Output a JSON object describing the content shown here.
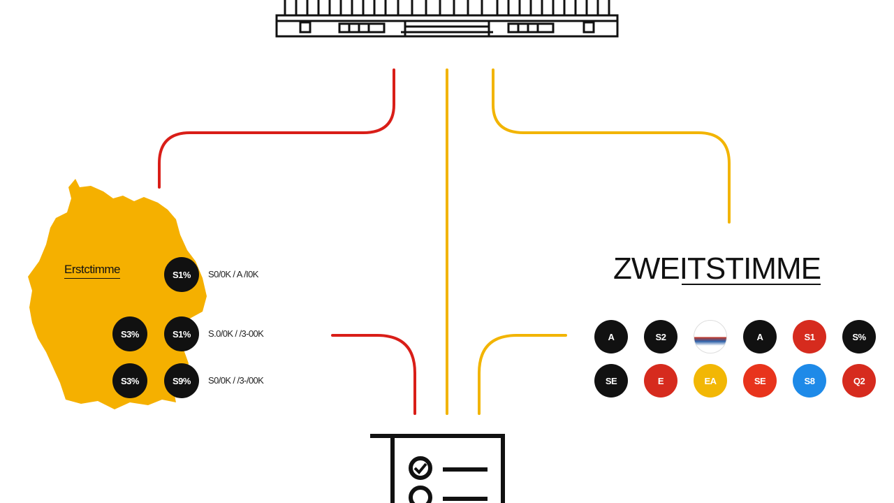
{
  "labels": {
    "erststimme": "Erstctimme",
    "zweitstimme": "ZWEITSTIMME"
  },
  "erst_circles": [
    {
      "text": "S1%"
    },
    {
      "text": "S3%"
    },
    {
      "text": "S1%"
    },
    {
      "text": "S3%"
    },
    {
      "text": "S9%"
    }
  ],
  "erst_rows": [
    {
      "text": "S0/0K / A /I0K"
    },
    {
      "text": "S.0/0K / /3-00K"
    },
    {
      "text": "S0/0K / /3-/00K"
    }
  ],
  "zweit_circles": [
    {
      "text": "A",
      "color": "#111111"
    },
    {
      "text": "S2",
      "color": "#111111"
    },
    {
      "text": "",
      "color": "#ffffff"
    },
    {
      "text": "A",
      "color": "#111111"
    },
    {
      "text": "S1",
      "color": "#d62b1e"
    },
    {
      "text": "S%",
      "color": "#111111"
    },
    {
      "text": "SE",
      "color": "#111111"
    },
    {
      "text": "E",
      "color": "#d62b1e"
    },
    {
      "text": "EA",
      "color": "#f2b705"
    },
    {
      "text": "SE",
      "color": "#e8341c"
    },
    {
      "text": "S8",
      "color": "#1e8ae8"
    },
    {
      "text": "Q2",
      "color": "#d62b1e"
    }
  ],
  "colors": {
    "red": "#d91e18",
    "gold": "#f2b400",
    "map": "#f5b000",
    "black": "#111111"
  }
}
